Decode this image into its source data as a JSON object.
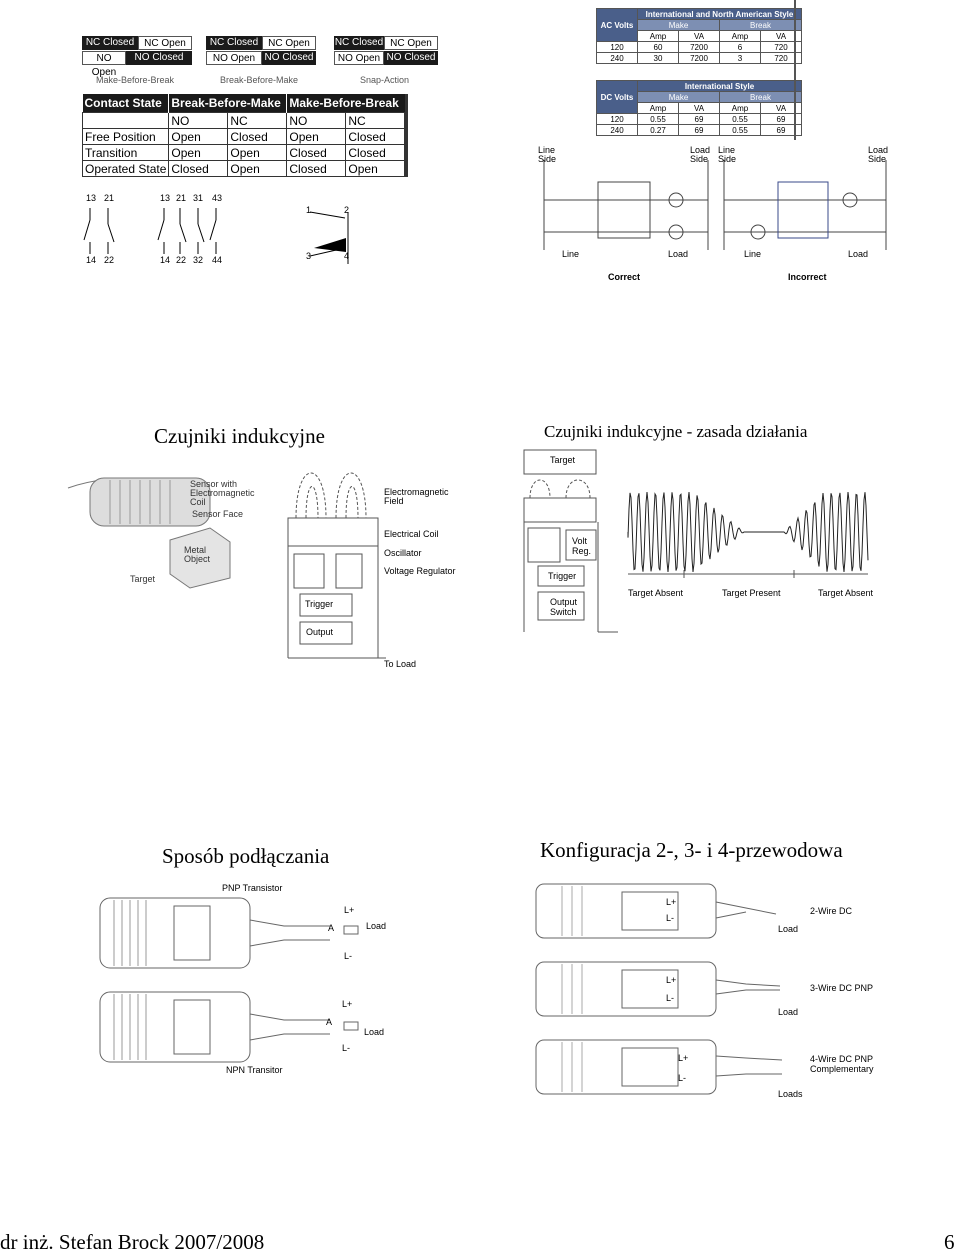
{
  "contact_switches": {
    "groups": [
      {
        "top_dark": "NC Closed",
        "top_light": "NC Open",
        "bottom_light": "NO Open",
        "bottom_dark": "NO Closed",
        "caption": "Make-Before-Break"
      },
      {
        "top_dark": "NC Closed",
        "top_light": "NC Open",
        "bottom_light": "NO Open",
        "bottom_dark": "NO Closed",
        "caption": "Break-Before-Make"
      },
      {
        "top_dark": "NC Closed",
        "top_light": "NC Open",
        "bottom_light": "NO Open",
        "bottom_dark": "NO Closed",
        "caption": "Snap-Action"
      }
    ],
    "state_table": {
      "headers": [
        "Contact State",
        "Break-Before-Make",
        "Make-Before-Break"
      ],
      "subheaders": [
        "NO",
        "NC",
        "NO",
        "NC"
      ],
      "rows": [
        [
          "Free Position",
          "Open",
          "Closed",
          "Open",
          "Closed"
        ],
        [
          "Transition",
          "Open",
          "Open",
          "Closed",
          "Closed"
        ],
        [
          "Operated State",
          "Closed",
          "Open",
          "Closed",
          "Open"
        ]
      ]
    },
    "terminals_a": {
      "top": [
        "13",
        "21"
      ],
      "bottom": [
        "14",
        "22"
      ]
    },
    "terminals_b": {
      "top": [
        "13",
        "21",
        "31",
        "43"
      ],
      "bottom": [
        "14",
        "22",
        "32",
        "44"
      ]
    },
    "snap_terminals": [
      "1",
      "2",
      "3",
      "4"
    ]
  },
  "ratings": {
    "ac": {
      "corner": "AC Volts",
      "title": "International and North American Style",
      "make": "Make",
      "break": "Break",
      "cols": [
        "Amp",
        "VA",
        "Amp",
        "VA"
      ],
      "rows": [
        [
          "120",
          "60",
          "7200",
          "6",
          "720"
        ],
        [
          "240",
          "30",
          "7200",
          "3",
          "720"
        ]
      ]
    },
    "dc": {
      "corner": "DC Volts",
      "title": "International Style",
      "make": "Make",
      "break": "Break",
      "cols": [
        "Amp",
        "VA",
        "Amp",
        "VA"
      ],
      "rows": [
        [
          "120",
          "0.55",
          "69",
          "0.55",
          "69"
        ],
        [
          "240",
          "0.27",
          "69",
          "0.55",
          "69"
        ]
      ]
    }
  },
  "wiring": {
    "correct": {
      "line_side": "Line Side",
      "load_side": "Load Side",
      "line": "Line",
      "load": "Load",
      "caption": "Correct"
    },
    "incorrect": {
      "line_side": "Line Side",
      "load_side": "Load Side",
      "line": "Line",
      "load": "Load",
      "caption": "Incorrect"
    }
  },
  "slide1": {
    "title": "Czujniki indukcyjne",
    "labels": {
      "coil": "Sensor with Electromagnetic Coil",
      "face": "Sensor Face",
      "metal": "Metal Object",
      "target": "Target",
      "em_field": "Electromagnetic Field",
      "coil2": "Electrical Coil",
      "osc": "Oscillator",
      "reg": "Voltage Regulator",
      "trigger": "Trigger",
      "output": "Output",
      "to_load": "To Load"
    }
  },
  "slide2": {
    "title": "Czujniki indukcyjne - zasada działania",
    "labels": {
      "target": "Target",
      "volt_reg": "Volt Reg.",
      "trigger": "Trigger",
      "output_switch": "Output Switch",
      "absent1": "Target Absent",
      "present": "Target Present",
      "absent2": "Target Absent"
    }
  },
  "slide3": {
    "title": "Sposób podłączania",
    "labels": {
      "pnp": "PNP Transistor",
      "npn": "NPN Transitor",
      "lplus": "L+",
      "lminus": "L-",
      "load": "Load",
      "a": "A"
    }
  },
  "slide4": {
    "title": "Konfiguracja 2-, 3- i 4-przewodowa",
    "labels": {
      "w2": "2-Wire DC",
      "w3": "3-Wire DC PNP",
      "w4": "4-Wire DC PNP Complementary",
      "load": "Load",
      "loads": "Loads",
      "lplus": "L+",
      "lminus": "L-"
    }
  },
  "footer": {
    "author": "dr inż. Stefan Brock 2007/2008",
    "page": "6"
  }
}
